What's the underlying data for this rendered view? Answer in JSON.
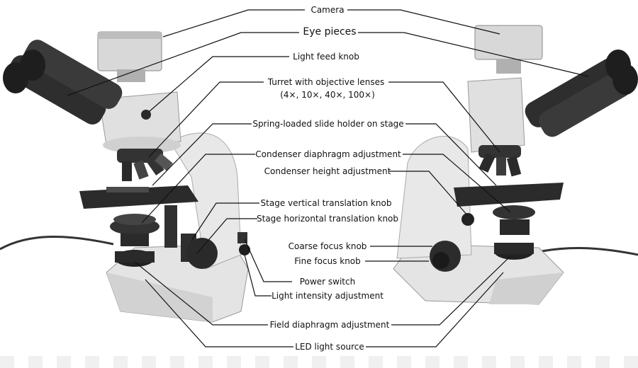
{
  "labels": {
    "camera": "Camera",
    "eye_pieces": "Eye pieces",
    "light_feed_knob": "Light feed knob",
    "turret": "Turret with objective lenses",
    "turret_sub": "(4×, 10×, 40×, 100×)",
    "slide_holder": "Spring-loaded slide holder on stage",
    "condenser_diaphragm": "Condenser diaphragm adjustment",
    "condenser_height": "Condenser height adjustment",
    "stage_vertical": "Stage vertical translation knob",
    "stage_horizontal": "Stage horizontal translation knob",
    "coarse_focus": "Coarse focus knob",
    "fine_focus": "Fine focus knob",
    "power_switch": "Power switch",
    "light_intensity": "Light intensity adjustment",
    "field_diaphragm": "Field diaphragm adjustment",
    "led_light": "LED light source"
  },
  "colors": {
    "body_light": "#e6e6e6",
    "body_mid": "#c8c8c8",
    "dark": "#2a2a2a",
    "line": "#111111"
  }
}
